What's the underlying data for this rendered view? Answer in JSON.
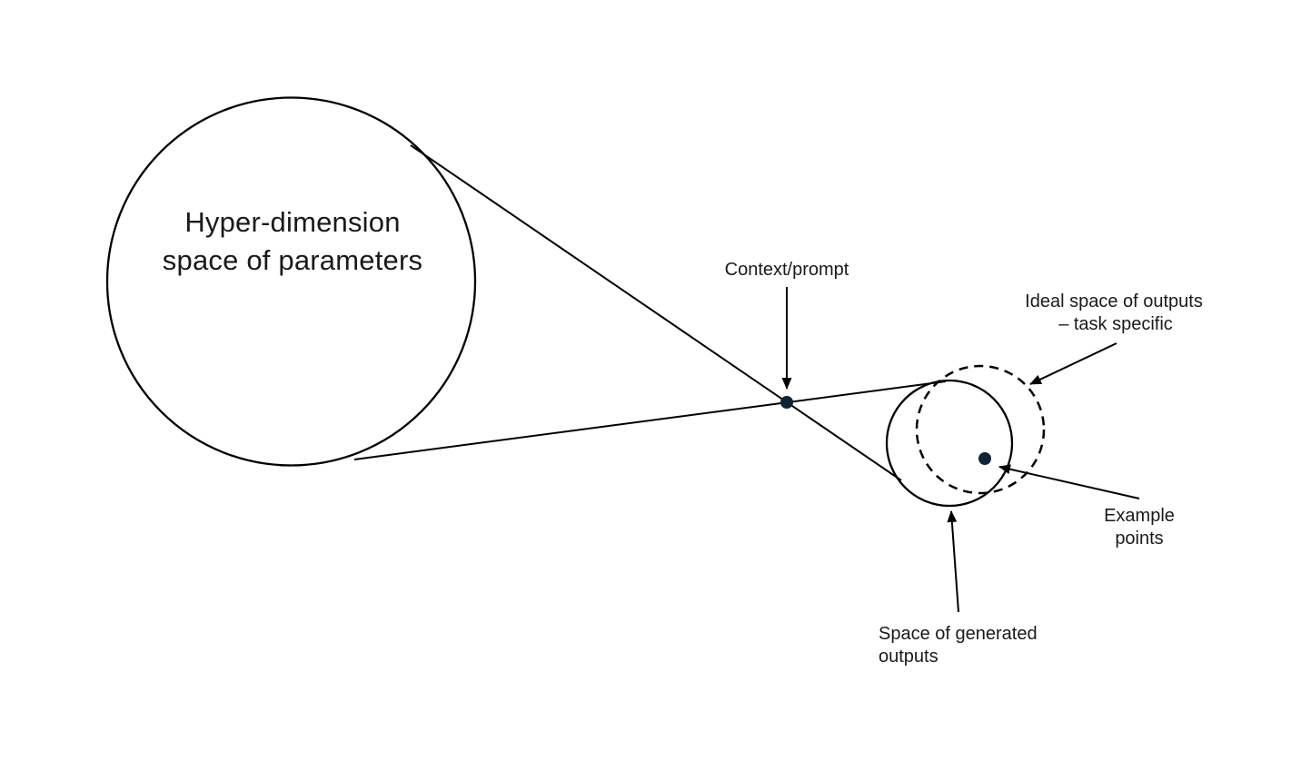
{
  "diagram": {
    "background_color": "#ffffff",
    "line_color": "#000000",
    "point_color": "#0f2537",
    "parameter_space": {
      "shape": "large-solid-circle",
      "label": {
        "line1": "Hyper-dimension",
        "line2": "space of parameters"
      }
    },
    "context_prompt": {
      "shape": "filled-point",
      "label": "Context/prompt"
    },
    "generated_outputs_space": {
      "shape": "small-solid-circle",
      "label": {
        "line1": "Space of generated",
        "line2": "outputs"
      }
    },
    "ideal_outputs_space": {
      "shape": "dashed-circle",
      "label": {
        "line1": "Ideal space of outputs",
        "line2": "– task specific"
      }
    },
    "example_points": {
      "shape": "filled-point",
      "label": {
        "line1": "Example",
        "line2": "points"
      }
    }
  }
}
